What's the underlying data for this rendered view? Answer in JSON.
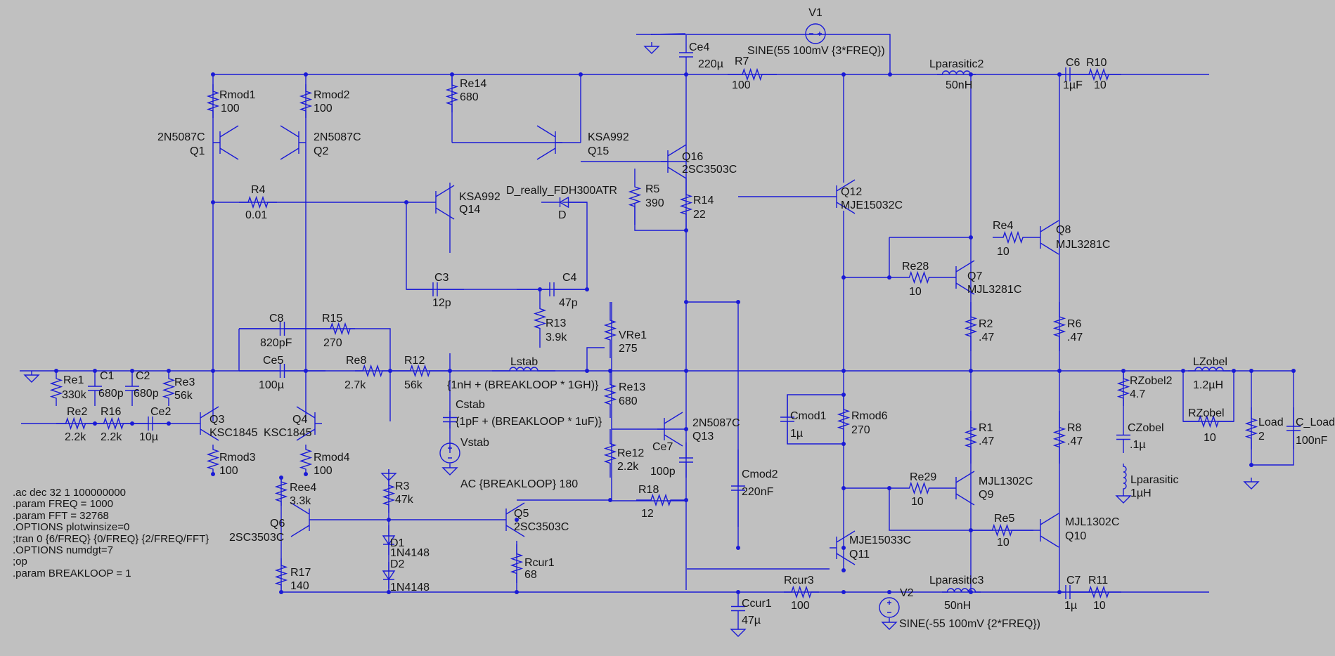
{
  "colors": {
    "wire": "#1a1ad6",
    "text": "#141414",
    "background": "#c0c0c0"
  },
  "labels": {
    "V1": "V1",
    "V1_val": "SINE(55 100mV {3*FREQ})",
    "Ce4": "Ce4",
    "Ce4_val": "220µ",
    "R7": "R7",
    "R7_val": "100",
    "Lparasitic2": "Lparasitic2",
    "Lparasitic2_val": "50nH",
    "C6": "C6",
    "C6_val": "1µF",
    "R10": "R10",
    "R10_val": "10",
    "Rmod1": "Rmod1",
    "Rmod1_val": "100",
    "Rmod2": "Rmod2",
    "Rmod2_val": "100",
    "Re14": "Re14",
    "Re14_val": "680",
    "Q1_model": "2N5087C",
    "Q1": "Q1",
    "Q2_model": "2N5087C",
    "Q2": "Q2",
    "Q15_model": "KSA992",
    "Q15": "Q15",
    "Q16": "Q16",
    "Q16_model": "2SC3503C",
    "R4": "R4",
    "R4_val": "0.01",
    "Q14_model": "KSA992",
    "Q14": "Q14",
    "D_model": "D_really_FDH300ATR",
    "D": "D",
    "R5": "R5",
    "R5_val": "390",
    "R14": "R14",
    "R14_val": "22",
    "Q12": "Q12",
    "Q12_model": "MJE15032C",
    "Re4": "Re4",
    "Re4_val": "10",
    "Q8": "Q8",
    "Q8_model": "MJL3281C",
    "Re28": "Re28",
    "Re28_val": "10",
    "Q7": "Q7",
    "Q7_model": "MJL3281C",
    "C3": "C3",
    "C3_val": "12p",
    "C4": "C4",
    "C4_val": "47p",
    "R13": "R13",
    "R13_val": "3.9k",
    "VRe1": "VRe1",
    "VRe1_val": "275",
    "R2": "R2",
    "R2_val": ".47",
    "R6": "R6",
    "R6_val": ".47",
    "C8": "C8",
    "C8_val": "820pF",
    "R15": "R15",
    "R15_val": "270",
    "Ce5": "Ce5",
    "Ce5_val": "100µ",
    "Re8": "Re8",
    "Re8_val": "2.7k",
    "R12": "R12",
    "R12_val": "56k",
    "Lstab": "Lstab",
    "Lstab_val": "{1nH + (BREAKLOOP * 1GH)}",
    "Re13": "Re13",
    "Re13_val": "680",
    "Re1": "Re1",
    "Re1_val": "330k",
    "C1": "C1",
    "C1_val": "680p",
    "C2": "C2",
    "C2_val": "680p",
    "Re3": "Re3",
    "Re3_val": "56k",
    "Re2": "Re2",
    "Re2_val": "2.2k",
    "R16": "R16",
    "R16_val": "2.2k",
    "Ce2": "Ce2",
    "Ce2_val": "10µ",
    "Q3": "Q3",
    "Q3_model": "KSC1845",
    "Q4": "Q4",
    "Q4_model": "KSC1845",
    "Cstab": "Cstab",
    "Cstab_val": "{1pF + (BREAKLOOP * 1uF)}",
    "Vstab": "Vstab",
    "Vstab_val": "AC {BREAKLOOP} 180",
    "Q13_model": "2N5087C",
    "Q13": "Q13",
    "Re12": "Re12",
    "Re12_val": "2.2k",
    "Ce7": "Ce7",
    "Ce7_val": "100p",
    "Cmod1": "Cmod1",
    "Cmod1_val": "1µ",
    "Rmod6": "Rmod6",
    "Rmod6_val": "270",
    "R1": "R1",
    "R1_val": ".47",
    "R8": "R8",
    "R8_val": ".47",
    "RZobel2": "RZobel2",
    "RZobel2_val": "4.7",
    "LZobel": "LZobel",
    "LZobel_val": "1.2µH",
    "RZobel": "RZobel",
    "RZobel_val": "10",
    "Load": "Load",
    "Load_val": "2",
    "C_Load": "C_Load",
    "C_Load_val": "100nF",
    "CZobel": "CZobel",
    "CZobel_val": ".1µ",
    "Lparasitic": "Lparasitic",
    "Lparasitic_val": "1µH",
    "Rmod3": "Rmod3",
    "Rmod3_val": "100",
    "Rmod4": "Rmod4",
    "Rmod4_val": "100",
    "Ree4": "Ree4",
    "Ree4_val": "3.3k",
    "R3": "R3",
    "R3_val": "47k",
    "Q6": "Q6",
    "Q6_model": "2SC3503C",
    "Q5": "Q5",
    "Q5_model": "2SC3503C",
    "D1": "D1",
    "D1_model": "1N4148",
    "D2": "D2",
    "D2_model": "1N4148",
    "Rcur1": "Rcur1",
    "Rcur1_val": "68",
    "R17": "R17",
    "R17_val": "140",
    "Cmod2": "Cmod2",
    "Cmod2_val": "220nF",
    "R18": "R18",
    "R18_val": "12",
    "Q11_model": "MJE15033C",
    "Q11": "Q11",
    "Re29": "Re29",
    "Re29_val": "10",
    "Q9_model": "MJL1302C",
    "Q9": "Q9",
    "Re5": "Re5",
    "Re5_val": "10",
    "Q10_model": "MJL1302C",
    "Q10": "Q10",
    "Rcur3": "Rcur3",
    "Rcur3_val": "100",
    "Ccur1": "Ccur1",
    "Ccur1_val": "47µ",
    "V2": "V2",
    "V2_val": "SINE(-55 100mV {2*FREQ})",
    "Lparasitic3": "Lparasitic3",
    "Lparasitic3_val": "50nH",
    "C7": "C7",
    "C7_val": "1µ",
    "R11": "R11",
    "R11_val": "10"
  },
  "directives": [
    ".ac dec 32 1 100000000",
    ".param FREQ = 1000",
    ".param FFT = 32768",
    ".OPTIONS plotwinsize=0",
    ";tran 0 {6/FREQ} {0/FREQ} {2/FREQ/FFT}",
    ".OPTIONS numdgt=7",
    ";op",
    "",
    ".param BREAKLOOP = 1"
  ]
}
